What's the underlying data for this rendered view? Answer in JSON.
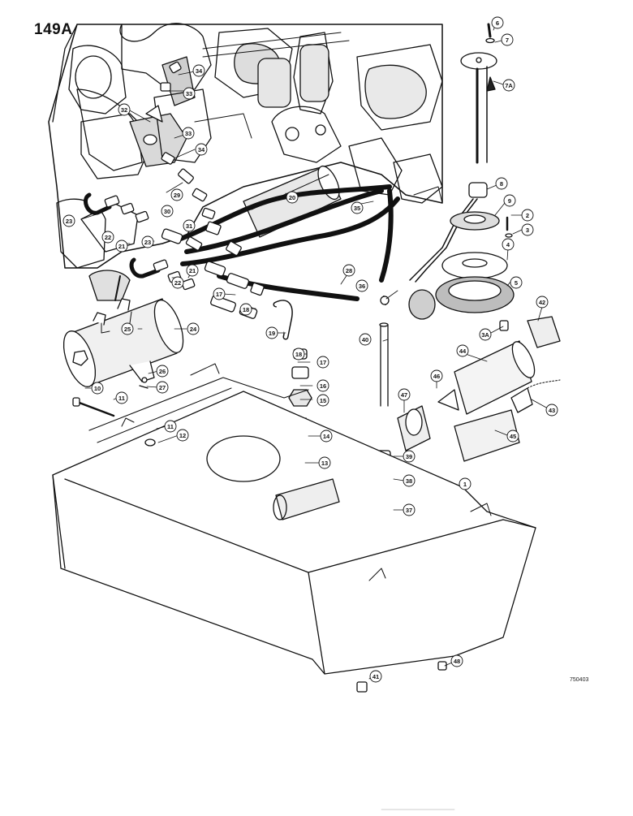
{
  "page_number": "149A",
  "drawing_code": "750403",
  "callouts": [
    {
      "id": "c6",
      "label": "6"
    },
    {
      "id": "c7",
      "label": "7"
    },
    {
      "id": "c7a",
      "label": "7A"
    },
    {
      "id": "c8",
      "label": "8"
    },
    {
      "id": "c9",
      "label": "9"
    },
    {
      "id": "c2",
      "label": "2"
    },
    {
      "id": "c3",
      "label": "3"
    },
    {
      "id": "c4",
      "label": "4"
    },
    {
      "id": "c5",
      "label": "5"
    },
    {
      "id": "c3a",
      "label": "3A"
    },
    {
      "id": "c42",
      "label": "42"
    },
    {
      "id": "c44",
      "label": "44"
    },
    {
      "id": "c46",
      "label": "46"
    },
    {
      "id": "c47",
      "label": "47"
    },
    {
      "id": "c43",
      "label": "43"
    },
    {
      "id": "c45",
      "label": "45"
    },
    {
      "id": "c40",
      "label": "40"
    },
    {
      "id": "c36",
      "label": "36"
    },
    {
      "id": "c28",
      "label": "28"
    },
    {
      "id": "c35",
      "label": "35"
    },
    {
      "id": "c20",
      "label": "20"
    },
    {
      "id": "c34a",
      "label": "34"
    },
    {
      "id": "c33a",
      "label": "33"
    },
    {
      "id": "c32",
      "label": "32"
    },
    {
      "id": "c33b",
      "label": "33"
    },
    {
      "id": "c34b",
      "label": "34"
    },
    {
      "id": "c29",
      "label": "29"
    },
    {
      "id": "c30",
      "label": "30"
    },
    {
      "id": "c31",
      "label": "31"
    },
    {
      "id": "c23a",
      "label": "23"
    },
    {
      "id": "c22a",
      "label": "22"
    },
    {
      "id": "c21a",
      "label": "21"
    },
    {
      "id": "c23b",
      "label": "23"
    },
    {
      "id": "c22b",
      "label": "22"
    },
    {
      "id": "c21b",
      "label": "21"
    },
    {
      "id": "c17a",
      "label": "17"
    },
    {
      "id": "c18a",
      "label": "18"
    },
    {
      "id": "c19",
      "label": "19"
    },
    {
      "id": "c25",
      "label": "25"
    },
    {
      "id": "c24",
      "label": "24"
    },
    {
      "id": "c26",
      "label": "26"
    },
    {
      "id": "c27",
      "label": "27"
    },
    {
      "id": "c10",
      "label": "10"
    },
    {
      "id": "c11a",
      "label": "11"
    },
    {
      "id": "c11b",
      "label": "11"
    },
    {
      "id": "c12",
      "label": "12"
    },
    {
      "id": "c18b",
      "label": "18"
    },
    {
      "id": "c17b",
      "label": "17"
    },
    {
      "id": "c16",
      "label": "16"
    },
    {
      "id": "c15",
      "label": "15"
    },
    {
      "id": "c14",
      "label": "14"
    },
    {
      "id": "c13",
      "label": "13"
    },
    {
      "id": "c39",
      "label": "39"
    },
    {
      "id": "c38",
      "label": "38"
    },
    {
      "id": "c37",
      "label": "37"
    },
    {
      "id": "c1",
      "label": "1"
    },
    {
      "id": "c41",
      "label": "41"
    },
    {
      "id": "c48",
      "label": "48"
    }
  ]
}
